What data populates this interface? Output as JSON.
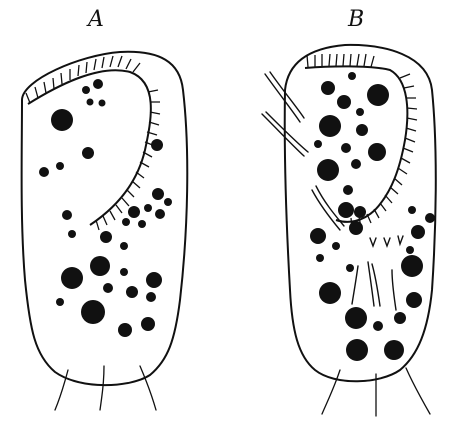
{
  "figure": {
    "panels": [
      {
        "id": "A",
        "label": "A"
      },
      {
        "id": "B",
        "label": "B"
      }
    ],
    "colors": {
      "ink": "#111111",
      "background": "#ffffff"
    }
  }
}
